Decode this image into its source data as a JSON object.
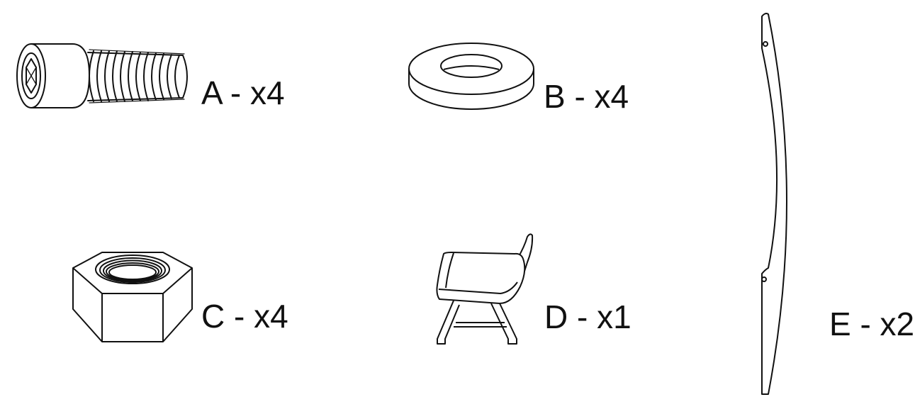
{
  "parts": [
    {
      "id": "A",
      "label": "A - x4",
      "icon": "socket-head-cap-screw-icon"
    },
    {
      "id": "B",
      "label": "B - x4",
      "icon": "flat-washer-icon"
    },
    {
      "id": "C",
      "label": "C - x4",
      "icon": "hex-nut-icon"
    },
    {
      "id": "D",
      "label": "D - x1",
      "icon": "armchair-icon"
    },
    {
      "id": "E",
      "label": "E - x2",
      "icon": "curved-rail-icon"
    }
  ],
  "colors": {
    "stroke": "#111111",
    "background": "#ffffff"
  }
}
